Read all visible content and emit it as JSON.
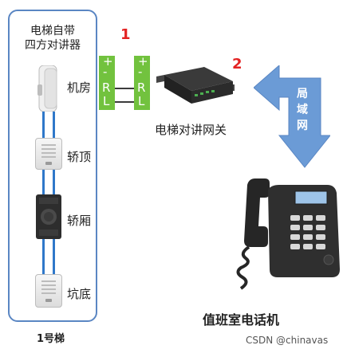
{
  "panel": {
    "title_line1": "电梯自带",
    "title_line2": "四方对讲器",
    "footer": "1号梯"
  },
  "locations": [
    {
      "label": "机房"
    },
    {
      "label": "轿顶"
    },
    {
      "label": "轿厢"
    },
    {
      "label": "坑底"
    }
  ],
  "terminals": {
    "left": [
      "+",
      "-",
      "R",
      "L"
    ],
    "right": [
      "+",
      "-",
      "R",
      "L"
    ]
  },
  "markers": {
    "one": "1",
    "two": "2"
  },
  "gateway": {
    "label": "电梯对讲网关"
  },
  "network": {
    "label_line1": "局",
    "label_line2": "域",
    "label_line3": "网"
  },
  "phone": {
    "label": "值班室电话机"
  },
  "watermark": "CSDN @chinavas",
  "colors": {
    "wire": "#2f78c9",
    "terminal": "#72c23e",
    "marker": "#e32222",
    "arrow": "#6b9bd6"
  }
}
